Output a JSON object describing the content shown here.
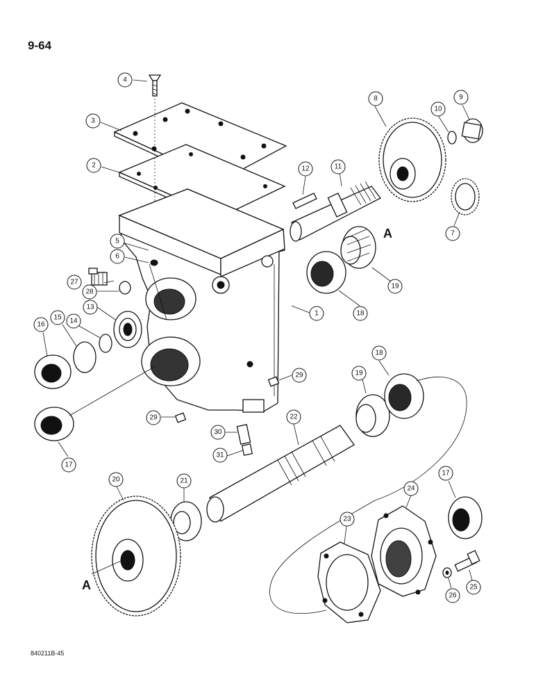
{
  "page_number": "9-64",
  "figure_code": "840211B-45",
  "reference_letter": "A",
  "callouts": [
    {
      "id": "c1",
      "label": "1"
    },
    {
      "id": "c2",
      "label": "2"
    },
    {
      "id": "c3",
      "label": "3"
    },
    {
      "id": "c4",
      "label": "4"
    },
    {
      "id": "c5",
      "label": "5"
    },
    {
      "id": "c6",
      "label": "6"
    },
    {
      "id": "c7",
      "label": "7"
    },
    {
      "id": "c8",
      "label": "8"
    },
    {
      "id": "c9",
      "label": "9"
    },
    {
      "id": "c10",
      "label": "10"
    },
    {
      "id": "c11",
      "label": "11"
    },
    {
      "id": "c12",
      "label": "12"
    },
    {
      "id": "c13",
      "label": "13"
    },
    {
      "id": "c14",
      "label": "14"
    },
    {
      "id": "c15",
      "label": "15"
    },
    {
      "id": "c16",
      "label": "16"
    },
    {
      "id": "c17a",
      "label": "17"
    },
    {
      "id": "c17b",
      "label": "17"
    },
    {
      "id": "c18a",
      "label": "18"
    },
    {
      "id": "c18b",
      "label": "18"
    },
    {
      "id": "c19a",
      "label": "19"
    },
    {
      "id": "c19b",
      "label": "19"
    },
    {
      "id": "c20",
      "label": "20"
    },
    {
      "id": "c21",
      "label": "21"
    },
    {
      "id": "c22",
      "label": "22"
    },
    {
      "id": "c23",
      "label": "23"
    },
    {
      "id": "c24",
      "label": "24"
    },
    {
      "id": "c25",
      "label": "25"
    },
    {
      "id": "c26",
      "label": "26"
    },
    {
      "id": "c27",
      "label": "27"
    },
    {
      "id": "c28",
      "label": "28"
    },
    {
      "id": "c29a",
      "label": "29"
    },
    {
      "id": "c29b",
      "label": "29"
    },
    {
      "id": "c30",
      "label": "30"
    },
    {
      "id": "c31",
      "label": "31"
    }
  ]
}
